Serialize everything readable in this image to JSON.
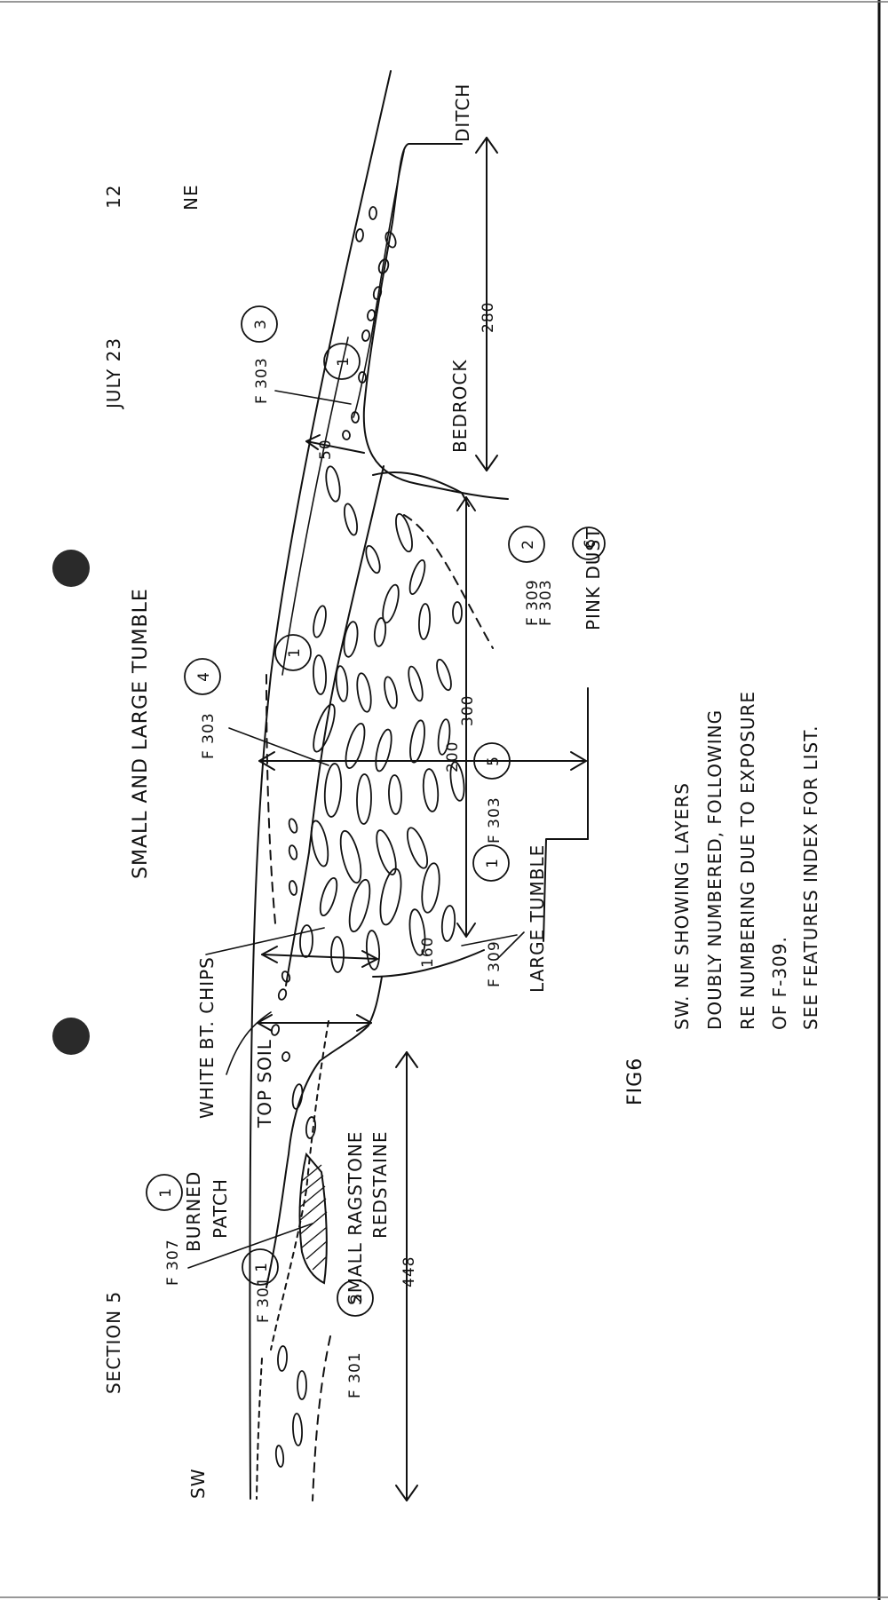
{
  "header": {
    "sw": "SW",
    "section": "SECTION 5",
    "date": "JULY 23",
    "number": "12",
    "ne": "NE"
  },
  "labels": {
    "small_large_tumble": "SMALL AND LARGE TUMBLE",
    "ditch": "DITCH",
    "bedrock": "BEDROCK",
    "white_bt_chips": "WHITE BT. CHIPS",
    "top_soil": "TOP SOIL",
    "small_ragstone": "SMALL RAGSTONE",
    "redstaine": "REDSTAINE",
    "large_tumble": "LARGE TUMBLE",
    "pink_dust": "PINK DUST",
    "burned": "BURNED",
    "patch": "PATCH",
    "fig": "FIG6"
  },
  "features": {
    "f303_a": "F 303",
    "f303_b": "F 303",
    "f303_c": "F 303",
    "f303_d": "F 303",
    "f309_a": "F 309",
    "f309_b": "F 309",
    "f307": "F 307",
    "f301_a": "F 301",
    "f301_b": "F 301"
  },
  "layer_numbers": {
    "l3": "3",
    "l1_top": "1",
    "l1_mid": "1",
    "l4": "4",
    "l2_pink": "2",
    "l6": "6",
    "l5": "5",
    "l1_low": "1",
    "l1_burned": "1",
    "l1_f301": "1",
    "l2_f301": "2"
  },
  "measurements": {
    "m280": "280",
    "m50": "50",
    "m300": "300",
    "m200": "200",
    "m160": "160",
    "m448": "448"
  },
  "caption": {
    "line1": "SW. NE SHOWING LAYERS",
    "line2": "DOUBLY NUMBERED, FOLLOWING",
    "line3": "RE NUMBERING DUE TO EXPOSURE",
    "line4": "OF F-309.",
    "line5": "SEE FEATURES INDEX FOR LIST."
  }
}
